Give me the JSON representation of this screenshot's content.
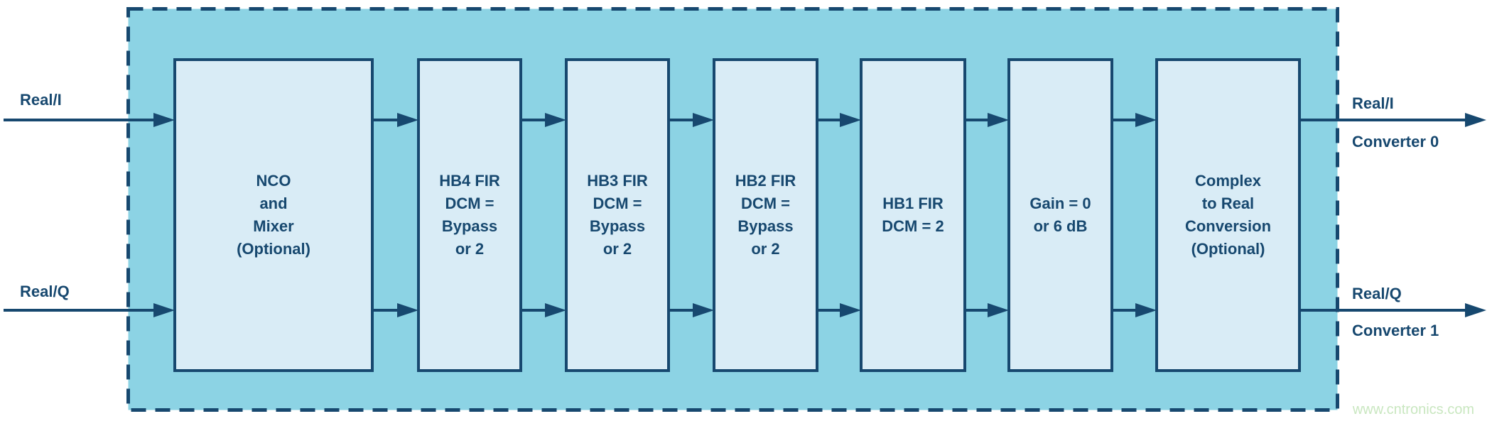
{
  "diagram": {
    "inputs": [
      {
        "label": "Real/I"
      },
      {
        "label": "Real/Q"
      }
    ],
    "outputs": [
      {
        "label": "Real/I",
        "converter": "Converter 0"
      },
      {
        "label": "Real/Q",
        "converter": "Converter 1"
      }
    ],
    "blocks": [
      {
        "label": "NCO\nand\nMixer\n(Optional)"
      },
      {
        "label": "HB4 FIR\nDCM =\nBypass\nor 2"
      },
      {
        "label": "HB3 FIR\nDCM =\nBypass\nor 2"
      },
      {
        "label": "HB2 FIR\nDCM =\nBypass\nor 2"
      },
      {
        "label": "HB1 FIR\nDCM = 2"
      },
      {
        "label": "Gain = 0\nor 6 dB"
      },
      {
        "label": "Complex\nto Real\nConversion\n(Optional)"
      }
    ],
    "watermark": "www.cntronics.com",
    "colors": {
      "boundary_fill": "#8cd3e4",
      "block_fill": "#d9ecf6",
      "line_navy": "#17486f",
      "watermark_green": "#c9e7c0",
      "canvas_background": "#ffffff"
    }
  }
}
